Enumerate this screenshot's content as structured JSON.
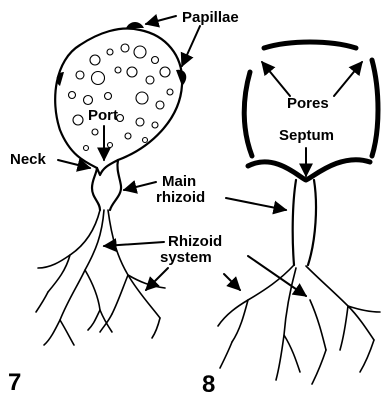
{
  "figure7": {
    "labels": {
      "papillae": "Papillae",
      "port": "Port",
      "neck": "Neck",
      "main_rhizoid_line1": "Main",
      "main_rhizoid_line2": "rhizoid",
      "rhizoid_system_line1": "Rhizoid",
      "rhizoid_system_line2": "system"
    },
    "number": "7"
  },
  "figure8": {
    "labels": {
      "pores": "Pores",
      "septum": "Septum"
    },
    "number": "8"
  },
  "colors": {
    "ink": "#000000",
    "background": "#ffffff"
  }
}
